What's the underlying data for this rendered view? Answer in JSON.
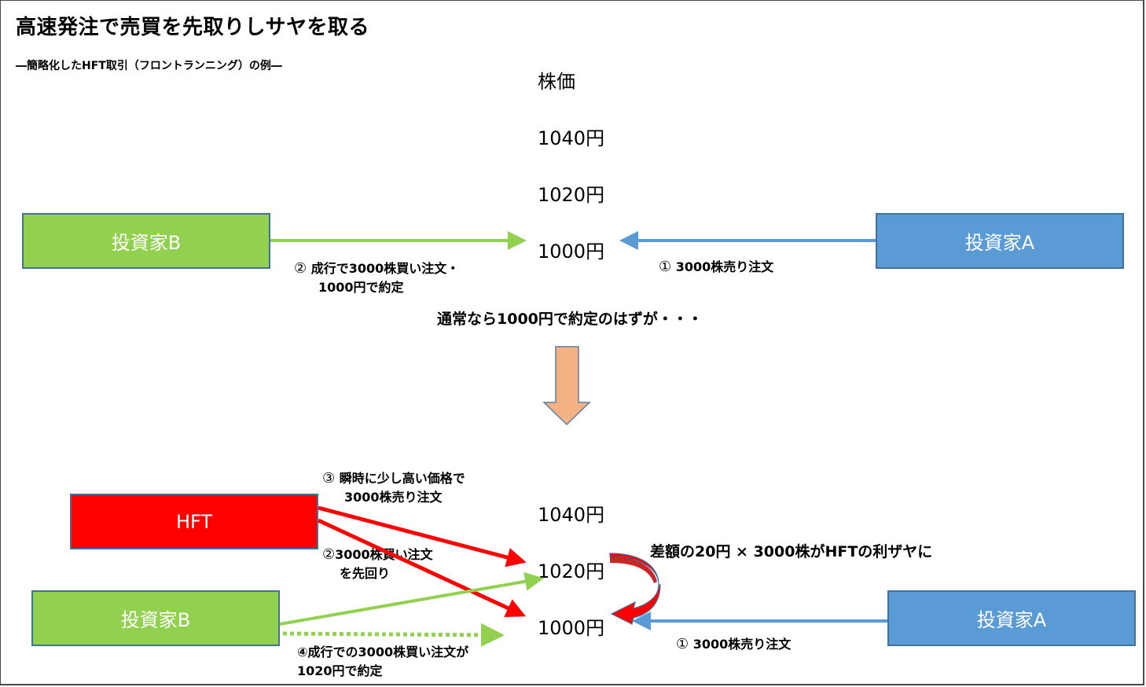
{
  "title": "高速発注で売買を先取りしサヤを取る",
  "subtitle": "―簡略化したHFT取引（フロントランニング）の例―",
  "top_scenario": {
    "axis_label": "株価",
    "prices": [
      "1040円",
      "1020円",
      "1000円"
    ],
    "investor_b": "投資家B",
    "investor_a": "投資家A",
    "label_b_num": "②",
    "label_b_line1": "成行で3000株買い注文・",
    "label_b_line2": "1000円で約定",
    "label_a_num": "①",
    "label_a_text": "3000株売り注文",
    "caption": "通常なら1000円で約定のはずが・・・"
  },
  "transition_arrow": "down-arrow",
  "bottom_scenario": {
    "prices": [
      "1040円",
      "1020円",
      "1000円"
    ],
    "hft": "HFT",
    "investor_b": "投資家B",
    "investor_a": "投資家A",
    "label_3_num": "③",
    "label_3_line1": "瞬時に少し高い価格で",
    "label_3_line2": "3000株売り注文",
    "label_2_num": "②",
    "label_2_line1": "3000株買い注文",
    "label_2_line2": "を先回り",
    "label_4_line1": "④成行での3000株買い注文が",
    "label_4_line2": "1020円で約定",
    "label_1_num": "①",
    "label_1_text": "3000株売り注文",
    "profit_text": "差額の20円 × 3000株がHFTの利ザヤに"
  },
  "colors": {
    "green": "#92d050",
    "blue": "#5b9bd5",
    "red": "#ff0000",
    "orange": "#f4b183",
    "border": "#41719c"
  }
}
